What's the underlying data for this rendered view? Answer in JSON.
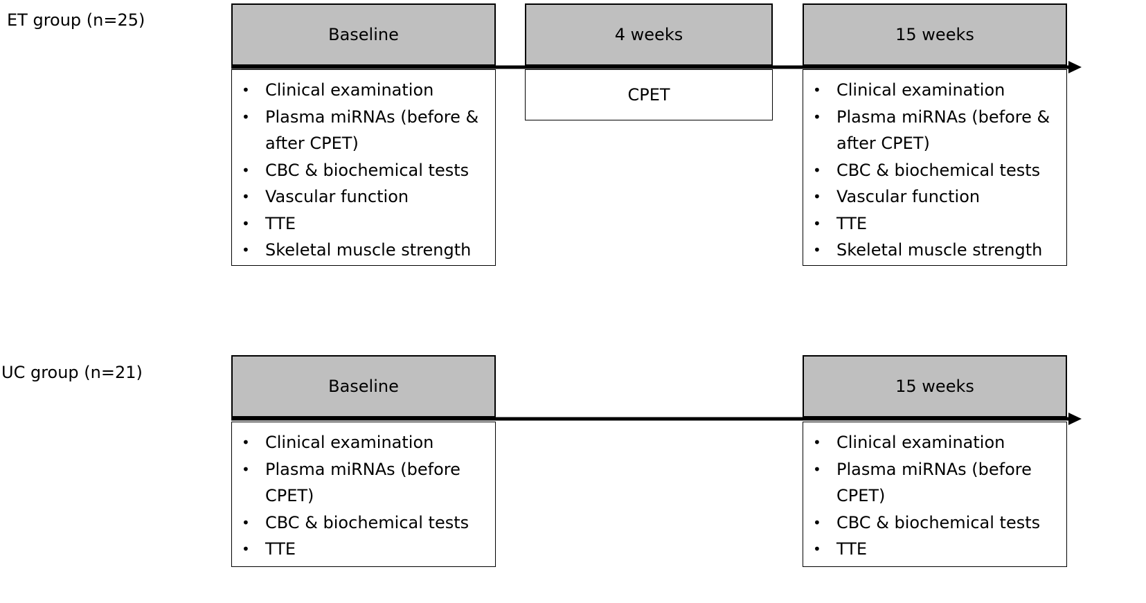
{
  "groups": [
    {
      "label": "ET group (n=25)",
      "timepoints": [
        {
          "header": "Baseline",
          "items": [
            [
              "Clinical examination"
            ],
            [
              "Plasma miRNAs (before &",
              "after CPET)"
            ],
            [
              "CBC & biochemical tests"
            ],
            [
              "Vascular function"
            ],
            [
              "TTE"
            ],
            [
              "Skeletal muscle strength"
            ]
          ]
        },
        {
          "header": "4 weeks",
          "box_text": "CPET"
        },
        {
          "header": "15 weeks",
          "items": [
            [
              "Clinical examination"
            ],
            [
              "Plasma miRNAs (before &",
              "after CPET)"
            ],
            [
              "CBC & biochemical tests"
            ],
            [
              "Vascular function"
            ],
            [
              "TTE"
            ],
            [
              "Skeletal muscle strength"
            ]
          ]
        }
      ]
    },
    {
      "label": "UC group (n=21)",
      "timepoints": [
        {
          "header": "Baseline",
          "items": [
            [
              "Clinical examination"
            ],
            [
              "Plasma miRNAs (before",
              "CPET)"
            ],
            [
              "CBC & biochemical tests"
            ],
            [
              "TTE"
            ]
          ]
        },
        {
          "header": "15 weeks",
          "items": [
            [
              "Clinical examination"
            ],
            [
              "Plasma miRNAs (before",
              "CPET)"
            ],
            [
              "CBC & biochemical tests"
            ],
            [
              "TTE"
            ]
          ]
        }
      ]
    }
  ],
  "colors": {
    "header_fill": "#bfbfbf",
    "line": "#000000"
  }
}
